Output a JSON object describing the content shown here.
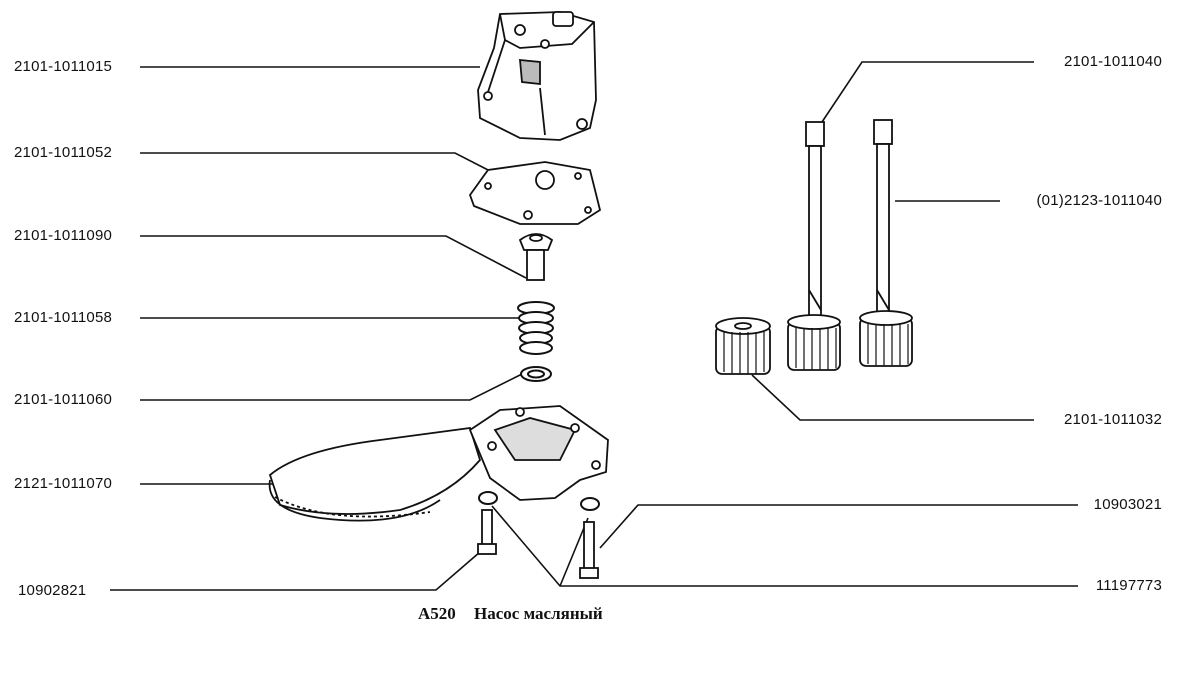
{
  "diagram": {
    "caption_code": "A520",
    "caption_title": "Насос масляный",
    "labels": {
      "body": "2101-1011015",
      "cover": "2101-1011052",
      "valve": "2101-1011090",
      "spring": "2101-1011058",
      "washer": "2101-1011060",
      "intake": "2121-1011070",
      "bolt_left": "10902821",
      "shaft_a": "2101-1011040",
      "shaft_b": "(01)2123-1011040",
      "gear": "2101-1011032",
      "bolt_right": "10903021",
      "lock_washer": "11197773"
    },
    "line_color": "#111111",
    "paper_color": "#ffffff"
  }
}
